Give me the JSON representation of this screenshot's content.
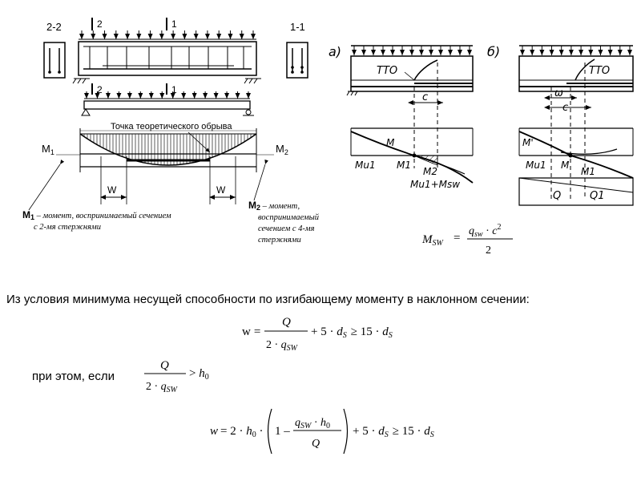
{
  "left_diagram": {
    "section_22_label": "2-2",
    "section_11_label": "1-1",
    "section_mark_2": "2",
    "section_mark_1": "1",
    "cutoff_point_label": "Точка теоретического обрыва",
    "m1_label": "M",
    "m1_sub": "1",
    "m2_label": "M",
    "m2_sub": "2",
    "w_left_label": "W",
    "w_right_label": "W",
    "m1_caption": {
      "symbol": "M",
      "sub": "1",
      "line1": " – момент, воспринимаемый сечением",
      "line2": "с 2-мя стержнями"
    },
    "m2_caption": {
      "symbol": "M",
      "sub": "2",
      "line1": " – момент,",
      "line2": "воспринимаемый",
      "line3": "сечением с 4-мя",
      "line4": "стержнями"
    }
  },
  "right_diagram": {
    "panel_a": {
      "tag": "а)",
      "tto_label": "ТТО",
      "c_label": "c",
      "m_label": "M",
      "mu1_label": "Mu1",
      "m1_label": "M1",
      "m2_label": "M2",
      "sum_label": "Mu1+Msw"
    },
    "panel_b": {
      "tag": "б)",
      "tto_label": "ТТО",
      "omega_label": "ω",
      "c_label": "c",
      "m_prime_label": "M'",
      "mu1_label": "Mu1",
      "m_label": "M",
      "m1_label": "M1",
      "q_label": "Q",
      "q1_label": "Q1"
    }
  },
  "formula_msw": {
    "lhs": "M",
    "lhs_sub": "SW",
    "eq": "=",
    "num_q": "q",
    "num_q_sub": "sw",
    "num_dot": " · ",
    "num_c": "c",
    "num_exp": "2",
    "den": "2"
  },
  "text_condition": "Из условия минимума несущей способности по изгибающему моменту в наклонном сечении:",
  "formula_w1": {
    "lhs": "w",
    "eq": "=",
    "num": "Q",
    "den_pre": "2 · ",
    "den_q": "q",
    "den_sub": "SW",
    "plus": "+ 5 · ",
    "d": "d",
    "d_sub": "S",
    "geq": "≥ 15 · ",
    "d2": "d",
    "d2_sub": "S"
  },
  "text_if": "при этом, если",
  "formula_if": {
    "num": "Q",
    "den_pre": "2 · ",
    "den_q": "q",
    "den_sub": "SW",
    "gt": "> ",
    "h": "h",
    "h_sub": "0"
  },
  "formula_w2": {
    "lhs": "w",
    "eq": "= 2 · ",
    "h": "h",
    "h_sub": "0",
    "dot": " · ",
    "one_minus": "1 –",
    "num_q": "q",
    "num_q_sub": "SW",
    "num_dot": " · ",
    "num_h": "h",
    "num_h_sub": "0",
    "den": "Q",
    "plus": "+ 5 · ",
    "d": "d",
    "d_sub": "S",
    "geq": "≥ 15 · ",
    "d2": "d",
    "d2_sub": "S"
  }
}
